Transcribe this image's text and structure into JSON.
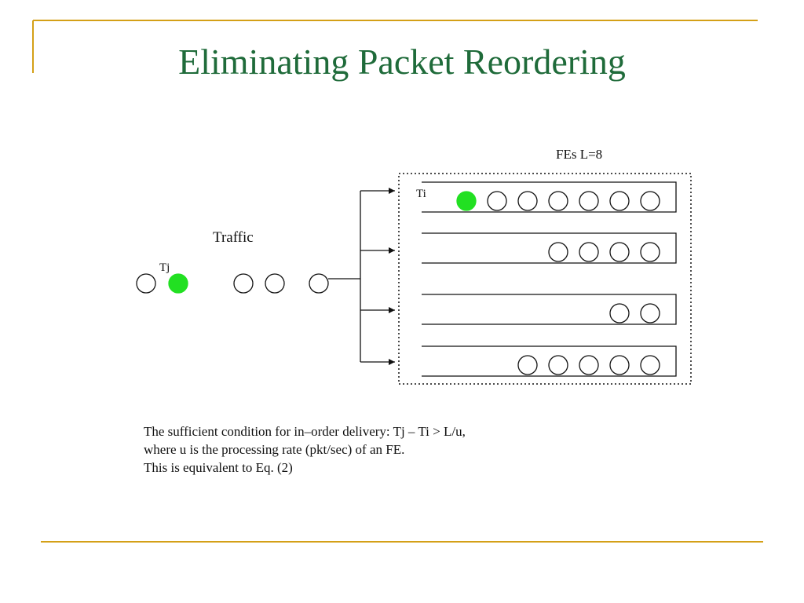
{
  "slide": {
    "title": "Eliminating Packet Reordering",
    "accent_color": "#d4a017",
    "title_color": "#1f6b3a"
  },
  "diagram": {
    "fes_label": "FEs L=8",
    "traffic_label": "Traffic",
    "ti_label": "Ti",
    "tj_label": "Tj",
    "queue_packet_counts": [
      7,
      4,
      2,
      5
    ],
    "highlight_color": "#22e022"
  },
  "caption": {
    "line1": "The sufficient condition for in–order delivery: Tj – Ti > L/u,",
    "line2": "where u is the processing rate (pkt/sec) of an FE.",
    "line3": "This is equivalent to Eq. (2)"
  }
}
